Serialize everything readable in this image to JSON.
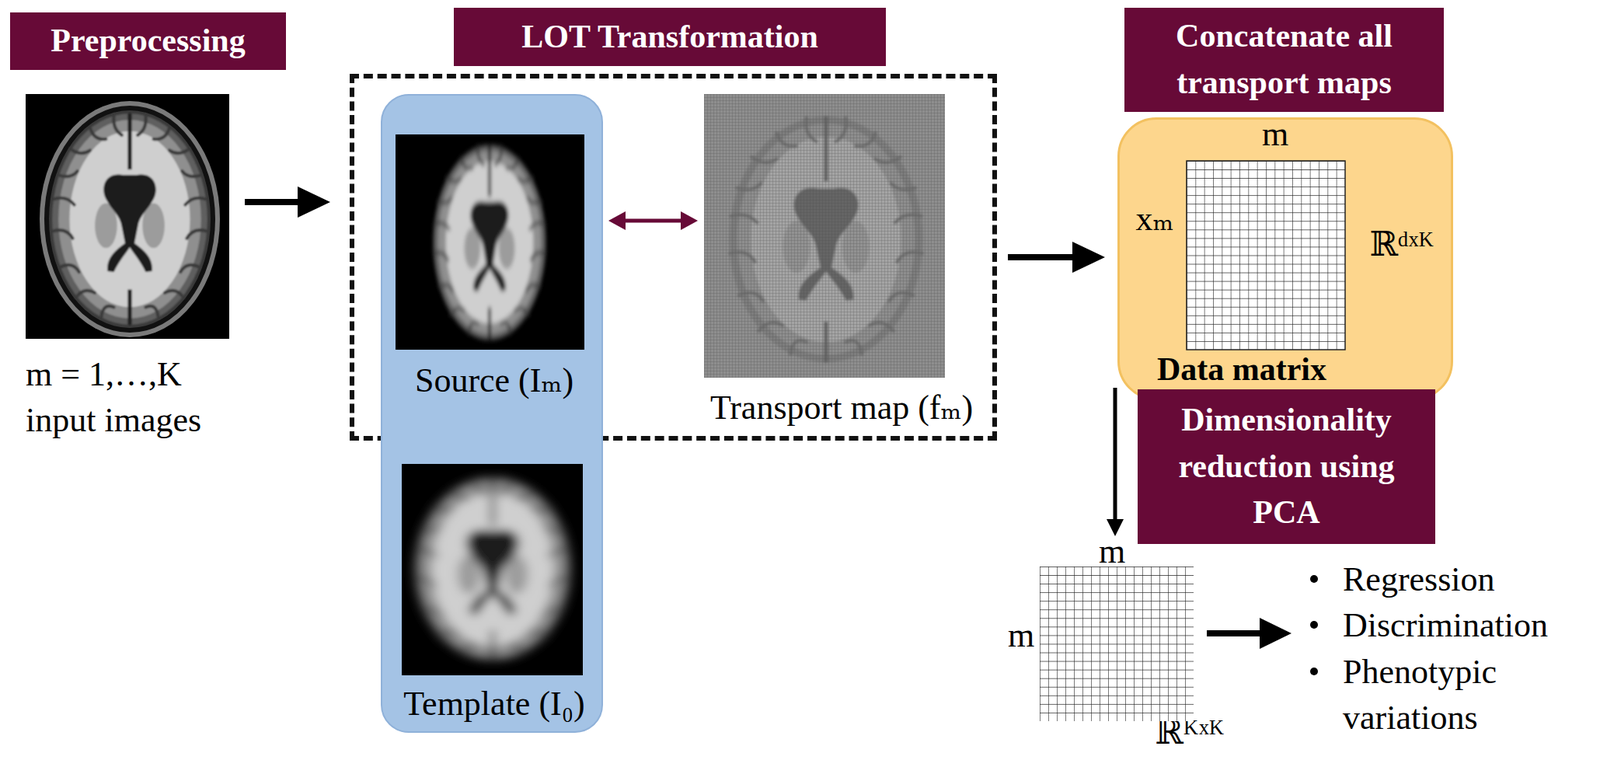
{
  "diagram": {
    "nodes": [
      {
        "text": [
          "Preprocessing",
          "m = 1,…,K input images"
        ]
      },
      {
        "text": [
          "LOT Transformation"
        ]
      },
      {
        "text": [
          "Source (Iₘ)",
          "Template (I₀)"
        ]
      },
      {
        "text": [
          "Transport map (fₘ)"
        ],
        "in": 1
      },
      {
        "text": [
          "Concatenate all transport maps",
          "m",
          "xₘ",
          "ℝᵈˣᴷ",
          "Data matrix"
        ]
      },
      {
        "text": [
          "m",
          "m",
          "ℝᴷˣᴷ"
        ]
      }
    ],
    "edges": [
      {
        "from": 0,
        "to": 1,
        "arrow": "to"
      },
      {
        "from": 2,
        "to": 3,
        "arrow": "both"
      },
      {
        "from": 1,
        "to": 4,
        "arrow": "to"
      },
      {
        "from": 4,
        "to": 5,
        "arrow": "to",
        "label": "Dimensionality reduction using PCA"
      }
    ],
    "labels": [
      "Regression",
      "Discrimination",
      "Phenotypic variations"
    ]
  }
}
